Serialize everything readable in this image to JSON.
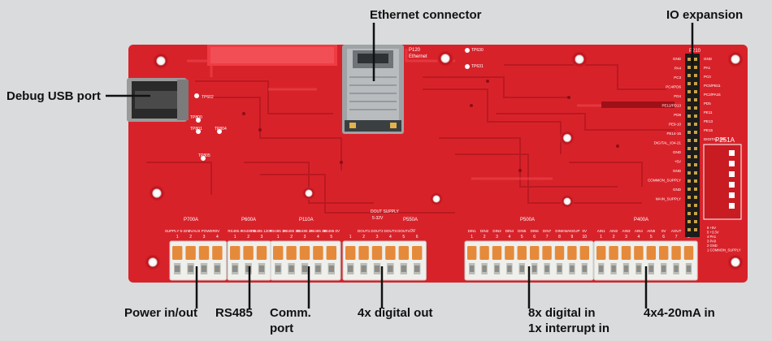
{
  "colors": {
    "background": "#d9dbdc",
    "pcb": "#d8222a",
    "pcb_dark": "#b5141c",
    "trace": "#e23a40",
    "terminal_body": "#efefec",
    "terminal_lever": "#e58a3b",
    "leader_line": "#111111"
  },
  "callouts": {
    "ethernet": "Ethernet connector",
    "io_expansion": "IO expansion",
    "debug_usb": "Debug USB port",
    "power": "Power in/out",
    "rs485": "RS485",
    "comm_line1": "Comm.",
    "comm_line2": "port",
    "digital_out": "4x digital out",
    "digital_in_line1": "8x digital in",
    "digital_in_line2": "1x interrupt in",
    "analog_in": "4x4-20mA in"
  },
  "silkscreen": {
    "p120": "P120",
    "ethernet_label": "Ethernet",
    "p210": "P210",
    "p251a": "P251A",
    "tp602": "TP602",
    "tp800": "TP800",
    "tp801": "TP801",
    "tp804": "TP804",
    "tp805": "TP805",
    "tp630": "TP630",
    "tp631": "TP631",
    "p700a": "P700A",
    "p600a": "P600A",
    "p110a": "P110A",
    "p550a": "P550A",
    "p500a": "P500A",
    "p400a": "P400A",
    "dout_supply": "DOUT SUPPLY",
    "dout_voltage": "5-32V",
    "ov": "0V",
    "power_cols": [
      "SUPPLY 5-32V",
      "0V",
      "AUX POWER",
      "0V"
    ],
    "power_nums": [
      "1",
      "2",
      "3",
      "4"
    ],
    "rs485_cols": [
      "RS485 A",
      "RS485 B",
      "RS485 120R"
    ],
    "rs485_nums": [
      "1",
      "2",
      "3"
    ],
    "comm_cols": [
      "RS485 1A",
      "RS485 1B",
      "RS485 2A",
      "RS485 2B",
      "RS485 0V"
    ],
    "comm_nums": [
      "1",
      "2",
      "3",
      "4",
      "5"
    ],
    "dout_cols": [
      "DOUT1",
      "DOUT2",
      "DOUT3",
      "DOUT4"
    ],
    "dout_nums": [
      "1",
      "2",
      "3",
      "4",
      "5",
      "6"
    ],
    "din_cols": [
      "DIN1",
      "DIN2",
      "DIN3",
      "DIN4",
      "DIN5",
      "DIN6",
      "DIN7",
      "DIN8",
      "WAKEUP",
      "0V"
    ],
    "din_nums": [
      "1",
      "2",
      "3",
      "4",
      "5",
      "6",
      "7",
      "8",
      "9",
      "10"
    ],
    "ain_cols": [
      "AIN1",
      "AIN2",
      "AIN3",
      "AIN4",
      "AIN5",
      "0V",
      "AOUT"
    ],
    "ain_nums": [
      "1",
      "2",
      "3",
      "4",
      "5",
      "6",
      "7",
      "8"
    ],
    "header_left": [
      "GND",
      "PA4",
      "PC3",
      "PC4/PD6",
      "PD4",
      "PE12/PD13",
      "PD8",
      "PE9-10",
      "PE14-15",
      "DIGITAL_IO4-21",
      "GND",
      "+5V",
      "GND",
      "COMMON_SUPPLY",
      "GND",
      "MAIN_SUPPLY"
    ],
    "header_right": [
      "GND",
      "PA1",
      "PC0",
      "PC5/PB11",
      "PC2/PA15",
      "PD5",
      "PE11",
      "PE13",
      "PE15",
      "DIGITAL_IO5"
    ],
    "p251a_pins": [
      "6 +5V",
      "5 +3.3V",
      "4 PA1",
      "3 PA0",
      "2 GND",
      "1 COMMON_SUPPLY"
    ]
  }
}
